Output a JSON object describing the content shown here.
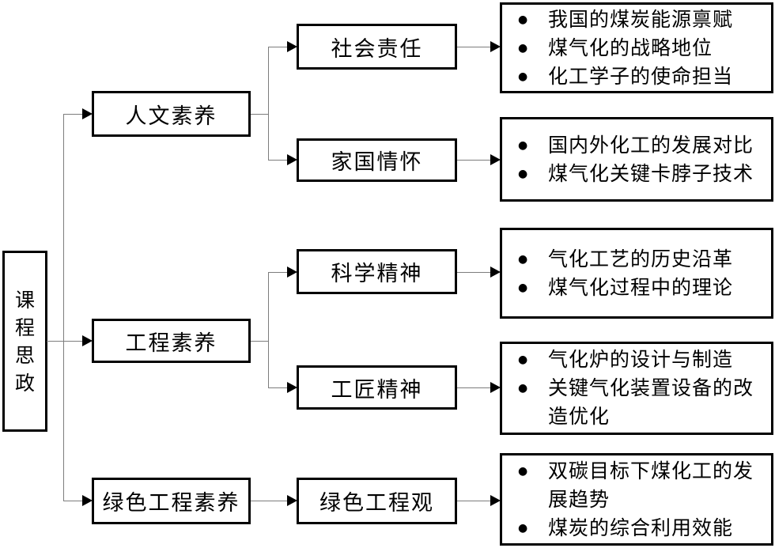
{
  "diagram": {
    "root": {
      "label": "课程思政"
    },
    "level2": [
      {
        "label": "人文素养"
      },
      {
        "label": "工程素养"
      },
      {
        "label": "绿色工程素养"
      }
    ],
    "level3": [
      {
        "label": "社会责任"
      },
      {
        "label": "家国情怀"
      },
      {
        "label": "科学精神"
      },
      {
        "label": "工匠精神"
      },
      {
        "label": "绿色工程观"
      }
    ],
    "level4": [
      {
        "bullets": [
          "我国的煤炭能源禀赋",
          "煤气化的战略地位",
          "化工学子的使命担当"
        ]
      },
      {
        "bullets": [
          "国内外化工的发展对比",
          "煤气化关键卡脖子技术"
        ]
      },
      {
        "bullets": [
          "气化工艺的历史沿革",
          "煤气化过程中的理论"
        ]
      },
      {
        "bullets": [
          "气化炉的设计与制造",
          "关键气化装置设备的改造优化"
        ]
      },
      {
        "bullets": [
          "双碳目标下煤化工的发展趋势",
          "煤炭的综合利用效能"
        ]
      }
    ],
    "icons": {
      "bullet": "●"
    },
    "colors": {
      "box_border": "#000000",
      "connector": "#7d7d7d",
      "arrow": "#000000",
      "background": "#ffffff",
      "text": "#000000"
    }
  }
}
